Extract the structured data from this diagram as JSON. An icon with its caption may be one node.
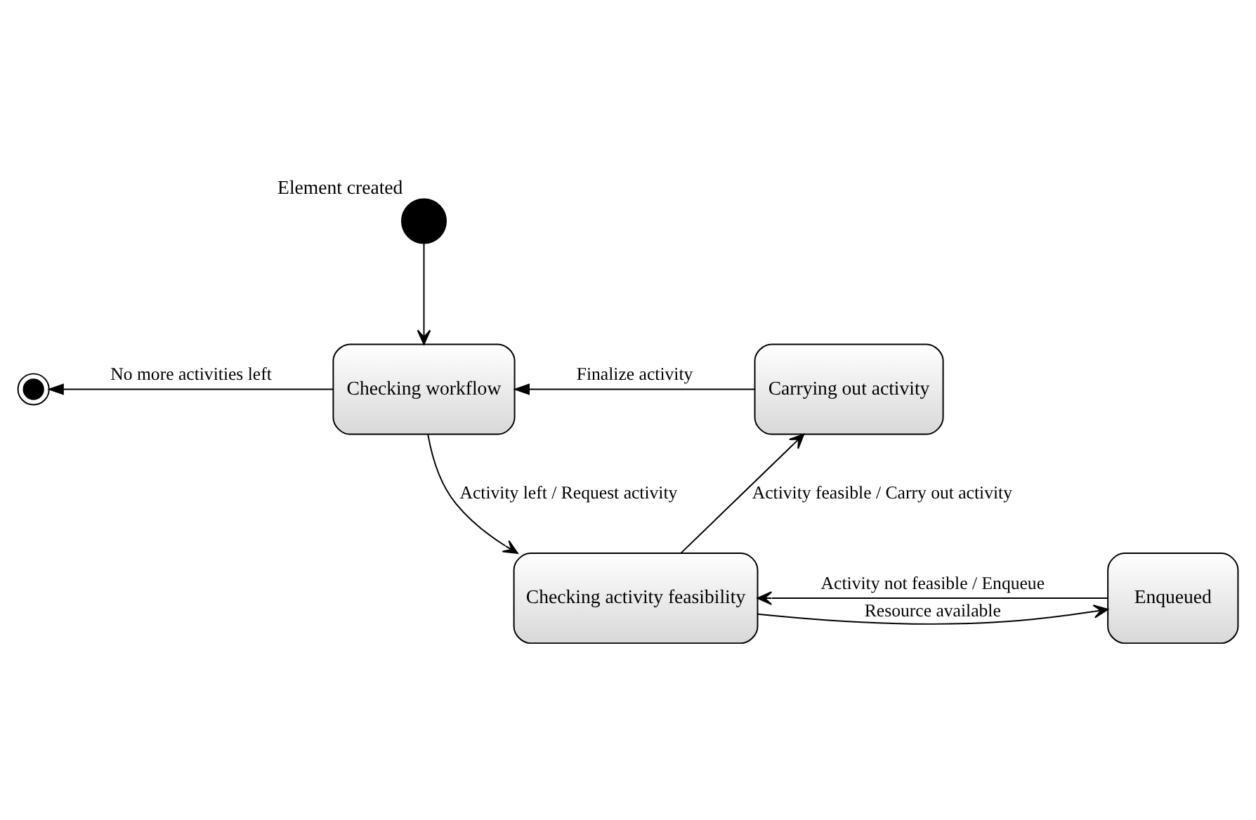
{
  "diagram": {
    "nodes": [
      {
        "text": [],
        "shape": "circle",
        "beside": [
          "Element created"
        ]
      },
      {
        "text": [
          "Checking workflow"
        ]
      },
      {
        "text": [
          "Carrying out activity"
        ]
      },
      {
        "text": [],
        "shape": "circle"
      },
      {
        "text": [
          "Checking activity feasibility"
        ]
      },
      {
        "text": [
          "Enqueued"
        ]
      }
    ],
    "edges": [
      {
        "from": 0,
        "to": 1,
        "arrow": "to"
      },
      {
        "from": 1,
        "to": 3,
        "arrow": "to",
        "label": "No more activities left"
      },
      {
        "from": 2,
        "to": 1,
        "arrow": "to",
        "label": "Finalize activity"
      },
      {
        "from": 1,
        "to": 4,
        "arrow": "to",
        "label": "Activity left / Request activity"
      },
      {
        "from": 4,
        "to": 2,
        "arrow": "to",
        "label": "Activity feasible / Carry out activity"
      },
      {
        "from": 5,
        "to": 4,
        "arrow": "to",
        "label": "Activity not feasible / Enqueue"
      },
      {
        "from": 4,
        "to": 5,
        "arrow": "to",
        "label": "Resource available"
      }
    ]
  }
}
